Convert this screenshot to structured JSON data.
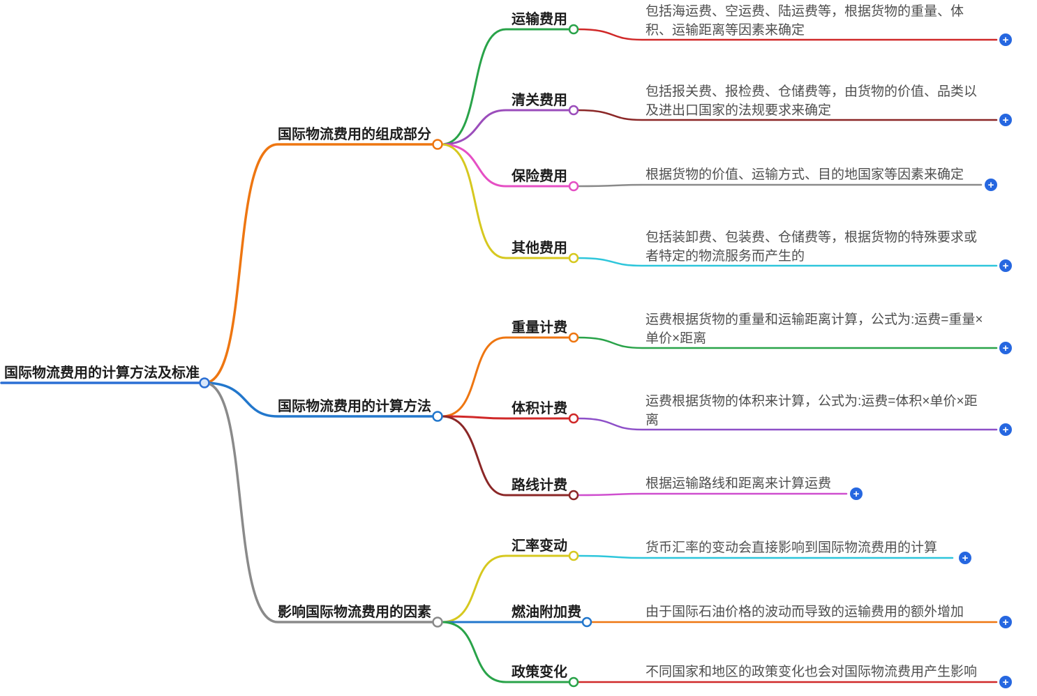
{
  "root": {
    "label": "国际物流费用的计算方法及标准",
    "color": "#2b6fd4"
  },
  "expand_icon": "+",
  "palette": {
    "root_blue": "#2b6fd4",
    "orange": "#ee7611",
    "blue": "#2277cc",
    "gray": "#8a8a8a",
    "green": "#29a349",
    "red": "#d02828",
    "maroon": "#8b2727",
    "purple": "#9b4dbb",
    "pink": "#e54fc4",
    "yellow": "#d6c81f",
    "cyan": "#2ec6db",
    "violet": "#8d4fc8",
    "magenta": "#cf4fcf",
    "plus_blue": "#2667e0"
  },
  "branches": [
    {
      "label": "国际物流费用的组成部分",
      "color": "#ee7611",
      "children": [
        {
          "label": "运输费用",
          "color": "#29a349",
          "desc": "包括海运费、空运费、陆运费等，根据货物的重量、体积、运输距离等因素来确定",
          "desc_color": "#d02828"
        },
        {
          "label": "清关费用",
          "color": "#9b4dbb",
          "desc": "包括报关费、报检费、仓储费等，由货物的价值、品类以及进出口国家的法规要求来确定",
          "desc_color": "#8b2727"
        },
        {
          "label": "保险费用",
          "color": "#e54fc4",
          "desc": "根据货物的价值、运输方式、目的地国家等因素来确定",
          "desc_color": "#8a8a8a"
        },
        {
          "label": "其他费用",
          "color": "#d6c81f",
          "desc": "包括装卸费、包装费、仓储费等，根据货物的特殊要求或者特定的物流服务而产生的",
          "desc_color": "#2ec6db"
        }
      ]
    },
    {
      "label": "国际物流费用的计算方法",
      "color": "#2277cc",
      "children": [
        {
          "label": "重量计费",
          "color": "#ee7611",
          "desc": "运费根据货物的重量和运输距离计算，公式为:运费=重量×单价×距离",
          "desc_color": "#29a349"
        },
        {
          "label": "体积计费",
          "color": "#d02828",
          "desc": "运费根据货物的体积来计算，公式为:运费=体积×单价×距离",
          "desc_color": "#8d4fc8"
        },
        {
          "label": "路线计费",
          "color": "#8b2727",
          "desc": "根据运输路线和距离来计算运费",
          "desc_color": "#cf4fcf"
        }
      ]
    },
    {
      "label": "影响国际物流费用的因素",
      "color": "#8a8a8a",
      "children": [
        {
          "label": "汇率变动",
          "color": "#d6c81f",
          "desc": "货币汇率的变动会直接影响到国际物流费用的计算",
          "desc_color": "#2ec6db"
        },
        {
          "label": "燃油附加费",
          "color": "#2277cc",
          "desc": "由于国际石油价格的波动而导致的运输费用的额外增加",
          "desc_color": "#ee7611"
        },
        {
          "label": "政策变化",
          "color": "#29a349",
          "desc": "不同国家和地区的政策变化也会对国际物流费用产生影响",
          "desc_color": "#d02828"
        }
      ]
    }
  ]
}
